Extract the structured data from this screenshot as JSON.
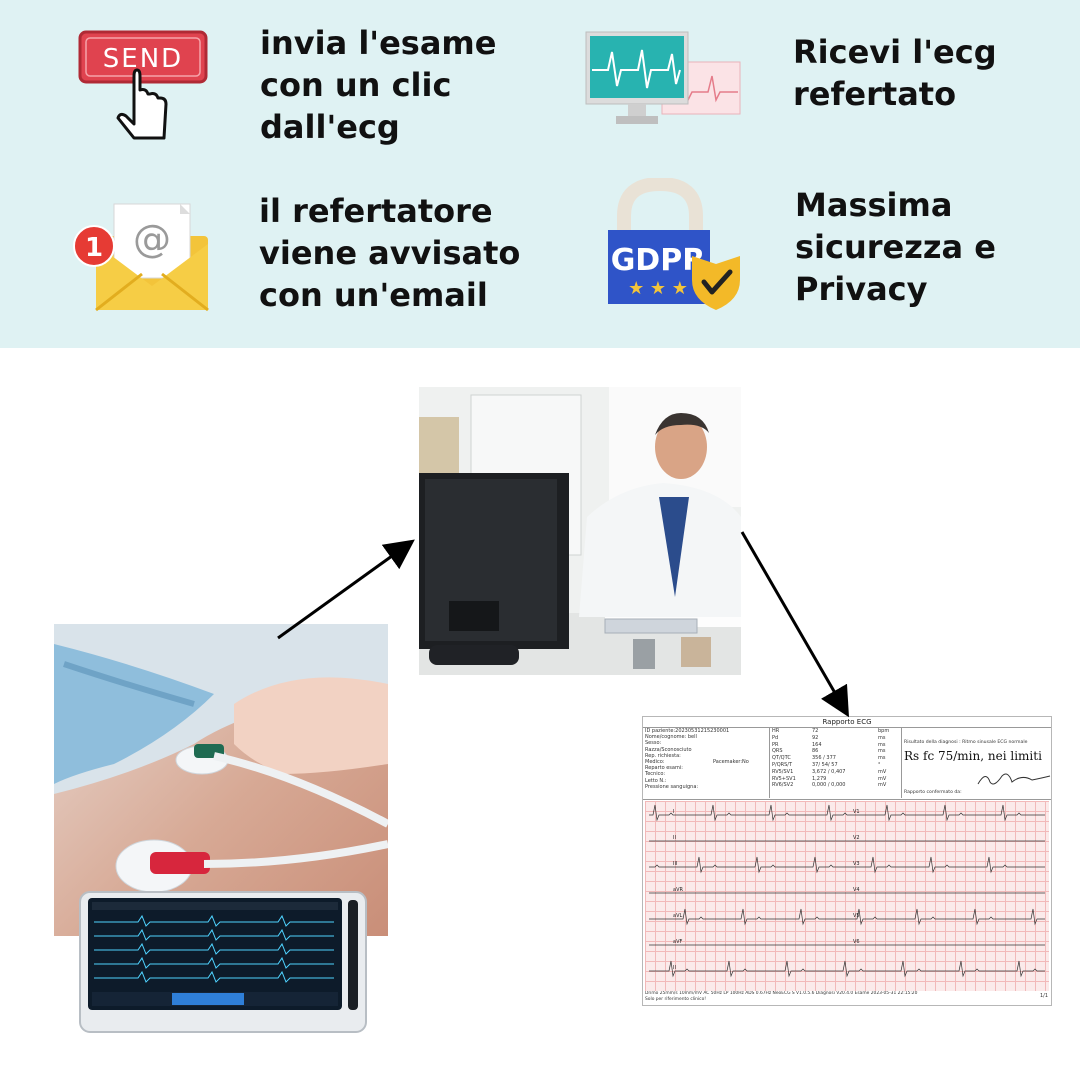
{
  "features": [
    {
      "text": "invia l'esame\ncon un clic\ndall'ecg",
      "icon": "send-button-hand-icon",
      "button_label": "SEND"
    },
    {
      "text": "Ricevi l'ecg\nrefertato",
      "icon": "ecg-monitor-icon"
    },
    {
      "text": "il refertatore\nviene avvisato\ncon un'email",
      "icon": "email-notification-icon",
      "badge": "1",
      "at": "@"
    },
    {
      "text": "Massima\nsicurezza e\nPrivacy",
      "icon": "gdpr-lock-icon",
      "lock_label": "GDPR"
    }
  ],
  "report": {
    "title": "Rapporto ECG",
    "id_line": "ID paziente:20230531215230001",
    "fields_left": [
      "Nome/cognome: bell",
      "Sesso:",
      "Razza/Sconosciuto",
      "Rep. richiesta:",
      "Medico:",
      "Reparto esami:",
      "Tecnico:",
      "Letto N.:",
      "Pressione sanguigna:"
    ],
    "pacemaker": "Pacemaker:No",
    "fields_mid": [
      {
        "k": "HR",
        "v": "72",
        "u": "bpm"
      },
      {
        "k": "Pd",
        "v": "92",
        "u": "ms"
      },
      {
        "k": "PR",
        "v": "164",
        "u": "ms"
      },
      {
        "k": "QRS",
        "v": "86",
        "u": "ms"
      },
      {
        "k": "QT/QTC",
        "v": "356 / 377",
        "u": "ms"
      },
      {
        "k": "P/QRS/T",
        "v": "37/ 54/ 57",
        "u": "°"
      },
      {
        "k": "RV5/SV1",
        "v": "3,672 / 0,407",
        "u": "mV"
      },
      {
        "k": "RV5+SV1",
        "v": "1,279",
        "u": "mV"
      },
      {
        "k": "RV6/SV2",
        "v": "0,000 / 0,000",
        "u": "mV"
      }
    ],
    "diagnosis_label": "Risultato della diagnosi : Ritmo sinusale    ECG normale",
    "diagnosis": "Rs fc 75/min, nei limiti",
    "confirmed": "Rapporto confermato da:",
    "leads_left": [
      "I",
      "II",
      "III",
      "aVR",
      "aVL",
      "aVF",
      "II"
    ],
    "leads_right": [
      "V1",
      "V2",
      "V3",
      "V4",
      "V5",
      "V6"
    ],
    "footer": "Drimo  25mm/s  10mm/mV  AC 50Hz  LP 100Hz  ADS 0.67Hz  NeoECG S V1.0.5.6  Diagnosi V20.4.0  Esame 2023-05-31 22:15:20",
    "footer2": "Solo per riferimento clinico!",
    "page": "1/1"
  },
  "colors": {
    "bg_top": "#dff2f3",
    "send_red": "#e0434f",
    "gdpr_blue": "#2f54c8",
    "envelope_yellow": "#f3c43a",
    "ecg_teal": "#28b3b0"
  }
}
